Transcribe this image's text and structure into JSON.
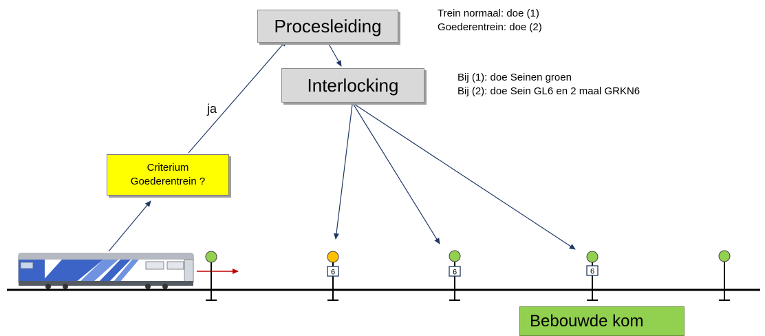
{
  "nodes": {
    "procesleiding": "Procesleiding",
    "interlocking": "Interlocking",
    "criterium": [
      "Criterium",
      "Goederentrein ?"
    ],
    "bebouwde_kom": "Bebouwde kom"
  },
  "notes": {
    "procesleiding": [
      "Trein normaal: doe (1)",
      "Goederentrein: doe (2)"
    ],
    "interlocking": [
      "Bij (1): doe Seinen groen",
      "Bij (2): doe Sein GL6 en 2 maal GRKN6"
    ]
  },
  "edge_labels": {
    "ja": "ja"
  },
  "signals": [
    {
      "id": "sein-1",
      "color": "#92d050",
      "sign": null
    },
    {
      "id": "sein-2",
      "color": "#ffc000",
      "sign": "6"
    },
    {
      "id": "sein-3",
      "color": "#92d050",
      "sign": "6"
    },
    {
      "id": "sein-4",
      "color": "#92d050",
      "sign": "6"
    },
    {
      "id": "sein-5",
      "color": "#92d050",
      "sign": null
    }
  ],
  "colors": {
    "arrow": "#1f3864",
    "train_arrow": "#c00000",
    "sign_border": "#1f3864"
  }
}
